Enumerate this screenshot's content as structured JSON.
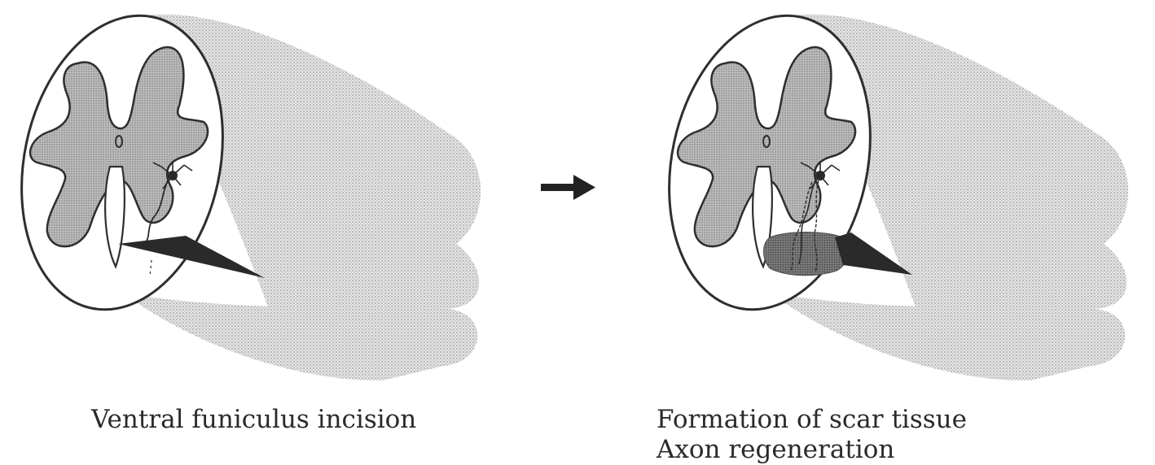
{
  "panels": [
    {
      "id": "incision",
      "caption_lines": [
        "Ventral funiculus incision"
      ]
    },
    {
      "id": "regeneration",
      "caption_lines": [
        "Formation of scar tissue",
        "Axon regeneration"
      ]
    }
  ],
  "colors": {
    "cylinder_fill": "#cfcfcf",
    "grey_matter": "#bdbdbd",
    "outline": "#2e2e2e",
    "knife": "#2a2a2a",
    "scar": "#6e6e6e",
    "arrow": "#222222"
  },
  "icons": {
    "arrow": "right-arrow"
  }
}
